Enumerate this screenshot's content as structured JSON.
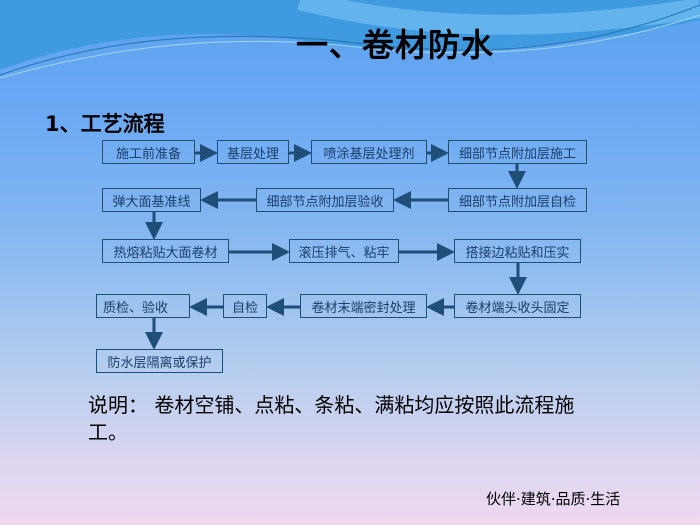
{
  "slide": {
    "title": "一、卷材防水",
    "subtitle": "1、工艺流程",
    "note": "说明： 卷材空铺、点粘、条粘、满粘均应按照此流程施工。",
    "footer": "伙伴·建筑·品质·生活"
  },
  "flowchart": {
    "steps": [
      "施工前准备",
      "基层处理",
      "喷涂基层处理剂",
      "细部节点附加层施工",
      "细部节点附加层自检",
      "细部节点附加层验收",
      "弹大面基准线",
      "热熔粘贴大面卷材",
      "滚压排气、粘牢",
      "搭接边粘贴和压实",
      "卷材端头收头固定",
      "卷材末端密封处理",
      "自检",
      "质检、验收",
      "防水层隔离或保护"
    ],
    "box_color": "#1f4e79"
  }
}
